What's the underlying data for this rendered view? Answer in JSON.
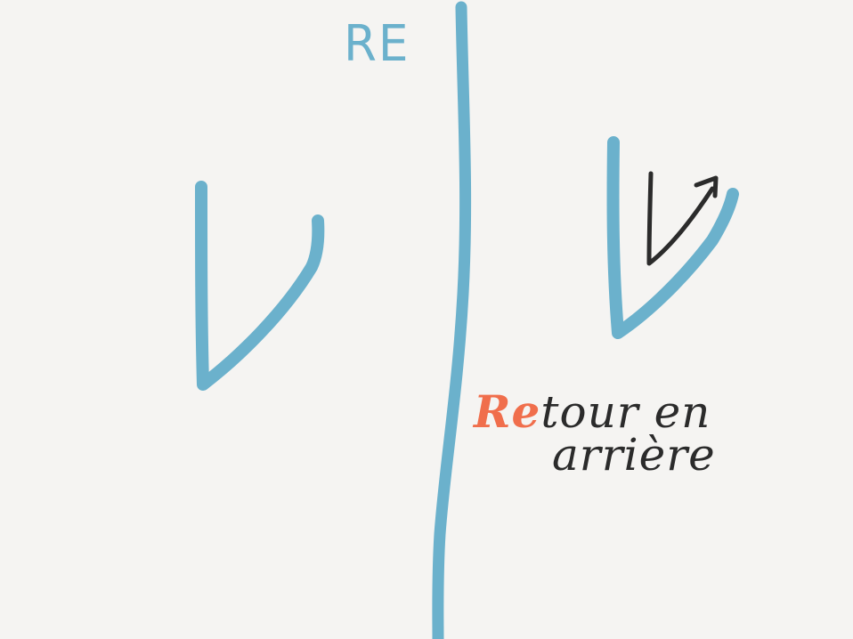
{
  "heading": {
    "text": "RE",
    "color": "#6bb1cc"
  },
  "note": {
    "prefix": "Re",
    "rest": "tour en",
    "line2": "arrière",
    "prefix_color": "#f06e4c",
    "text_color": "#2b2b2b"
  },
  "colors": {
    "stroke_blue": "#6bb1cc",
    "stroke_black": "#2b2b2b",
    "background": "#f5f4f2"
  }
}
